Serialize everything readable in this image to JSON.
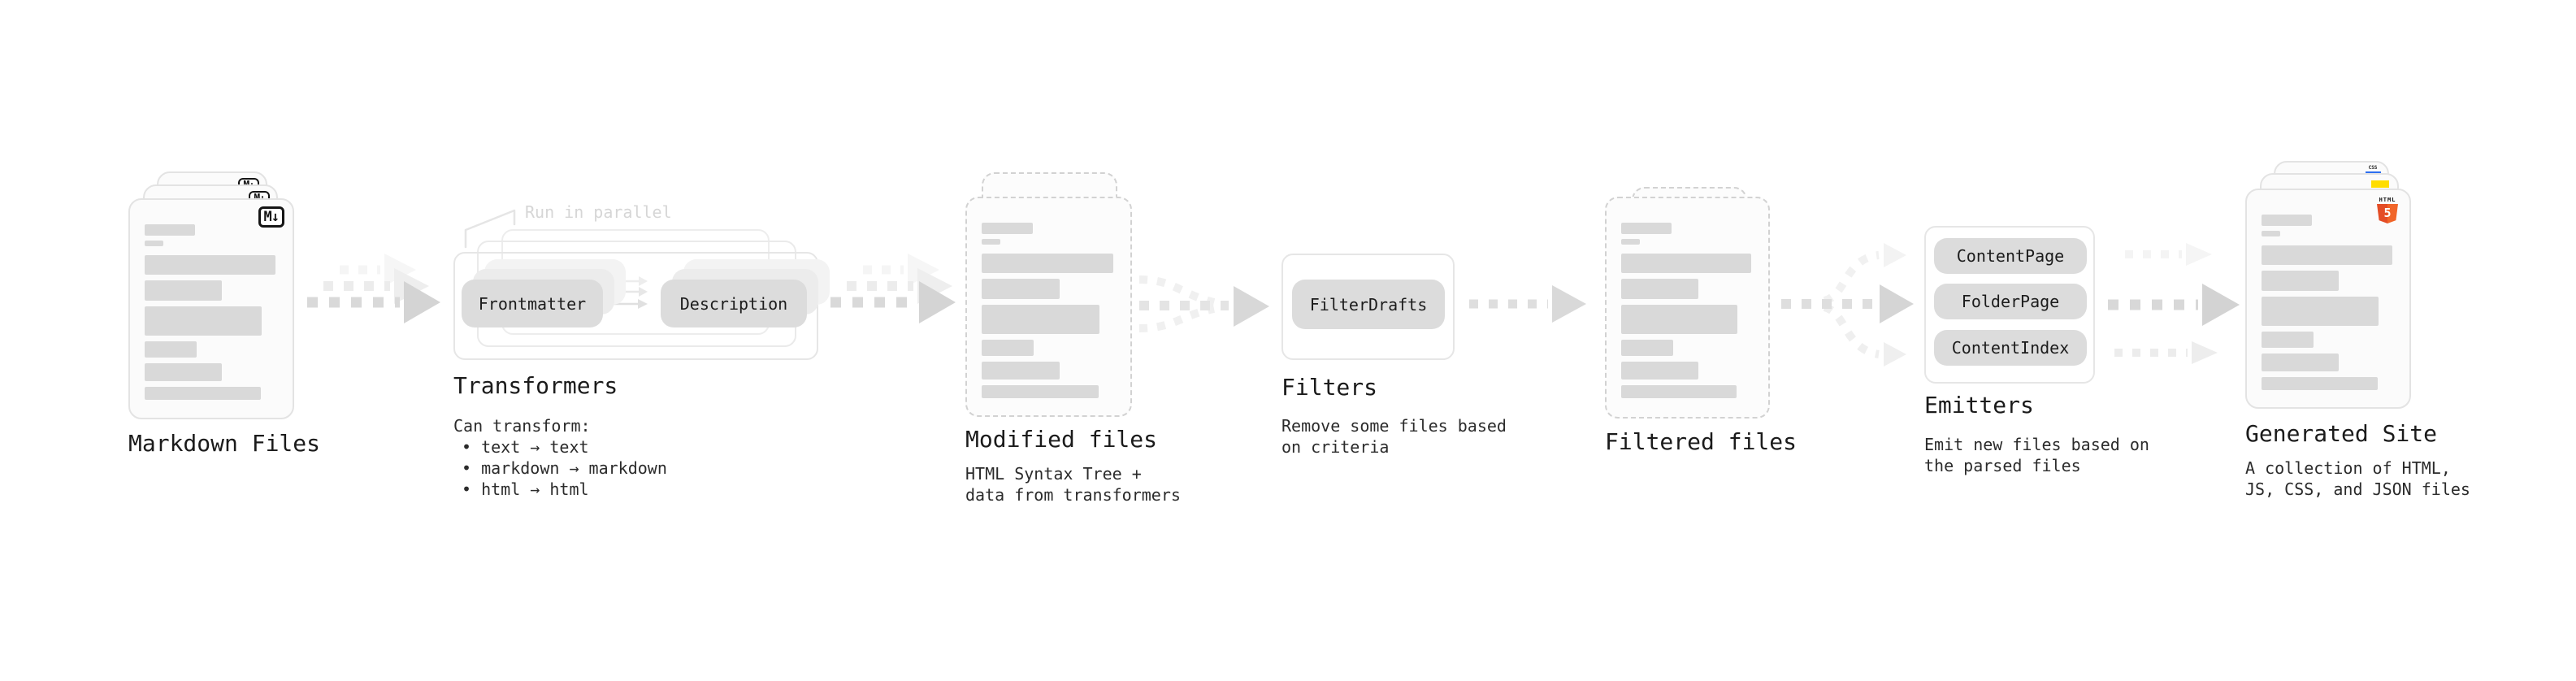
{
  "diagram": {
    "markdown_files": {
      "label": "Markdown Files",
      "badge": "M↓"
    },
    "transformers": {
      "annotation": "Run in parallel",
      "pill_left": "Frontmatter",
      "pill_right": "Description",
      "label": "Transformers",
      "desc_lines": [
        "Can transform:",
        "• text → text",
        "• markdown → markdown",
        "• html → html"
      ]
    },
    "modified_files": {
      "label": "Modified files",
      "desc_lines": [
        "HTML Syntax Tree +",
        "data from transformers"
      ]
    },
    "filters": {
      "pill": "FilterDrafts",
      "label": "Filters",
      "desc_lines": [
        "Remove some files based",
        "on criteria"
      ]
    },
    "filtered_files": {
      "label": "Filtered files"
    },
    "emitters": {
      "pills": [
        "ContentPage",
        "FolderPage",
        "ContentIndex"
      ],
      "label": "Emitters",
      "desc_lines": [
        "Emit new files based on",
        "the parsed files"
      ]
    },
    "generated_site": {
      "label": "Generated Site",
      "desc_lines": [
        "A collection of HTML,",
        "JS, CSS, and JSON files"
      ],
      "badges": {
        "html_label": "HTML",
        "html_number": "5",
        "css_label": "CSS"
      }
    },
    "colors": {
      "markdown_badge": "#151515",
      "html5_orange": "#E44D26",
      "js_yellow": "#FFDD00",
      "css_blue": "#2D6FF0",
      "pill_gray": "#DCDCDC",
      "placeholder_bar_gray": "#D9D9D9",
      "arrow_gray": "#D6D6D6"
    }
  }
}
